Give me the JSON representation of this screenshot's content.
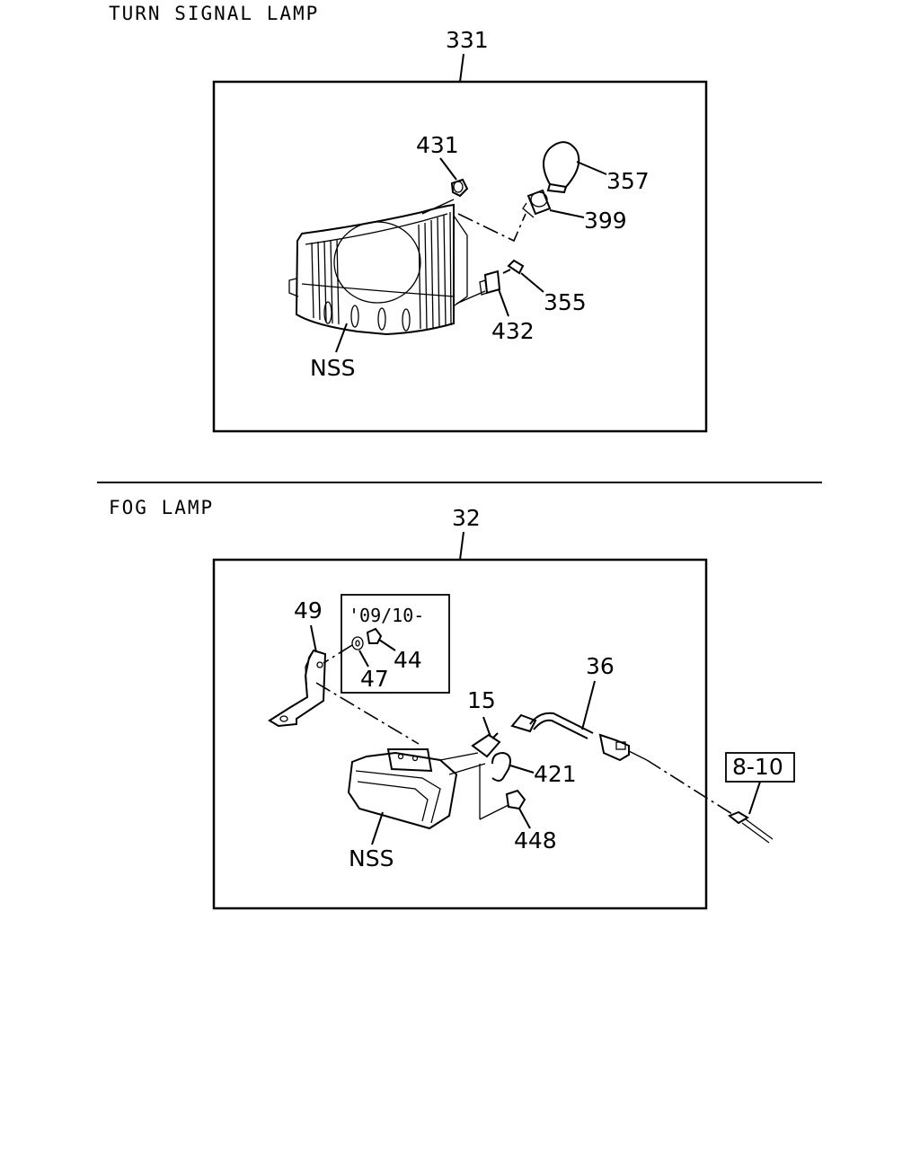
{
  "sections": {
    "turn_signal": {
      "title": "TURN SIGNAL LAMP",
      "assembly": "331",
      "parts": {
        "p431": "431",
        "p357": "357",
        "p399": "399",
        "p355": "355",
        "p432": "432",
        "nss": "NSS"
      }
    },
    "fog": {
      "title": "FOG LAMP",
      "assembly": "32",
      "inset_label": "'09/10-",
      "parts": {
        "p49": "49",
        "p44": "44",
        "p47": "47",
        "p36": "36",
        "p15": "15",
        "p421": "421",
        "p448": "448",
        "nss": "NSS",
        "ref": "8-10"
      }
    }
  }
}
